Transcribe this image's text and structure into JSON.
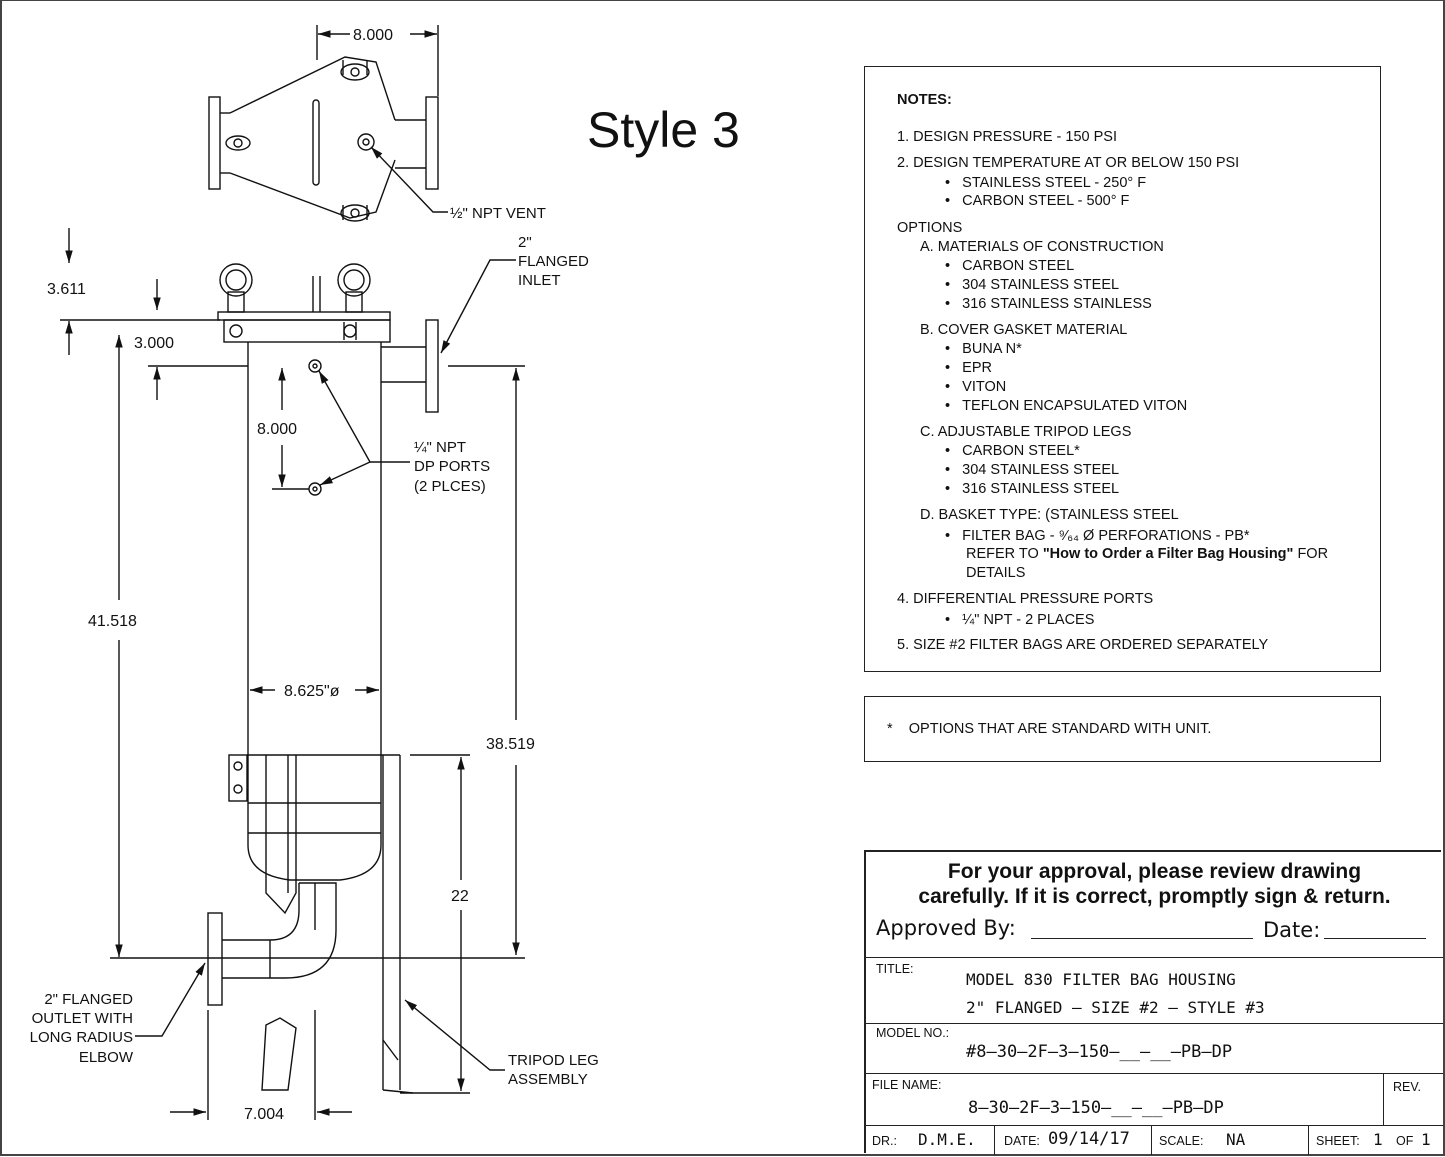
{
  "style_title": "Style 3",
  "dimensions": {
    "top_width": "8.000",
    "overall_top": "3.611",
    "lid_top": "3.000",
    "port_spacing": "8.000",
    "body_height": "41.518",
    "diameter": "8.625\"ø",
    "inlet_to_outlet": "38.519",
    "leg_height": "22",
    "outlet_offset": "7.004"
  },
  "callouts": {
    "vent": "½\" NPT VENT",
    "inlet": [
      "2\"",
      "FLANGED",
      "INLET"
    ],
    "dp_ports": [
      "¼\" NPT",
      "DP PORTS",
      "(2 PLCES)"
    ],
    "outlet": [
      "2\" FLANGED",
      "OUTLET WITH",
      "LONG RADIUS",
      "ELBOW"
    ],
    "tripod": [
      "TRIPOD LEG",
      "ASSEMBLY"
    ]
  },
  "notes": {
    "heading": "NOTES:",
    "n1": "1.  DESIGN PRESSURE - 150 PSI",
    "n2": "2.  DESIGN TEMPERATURE AT OR BELOW 150 PSI",
    "n2a": "STAINLESS STEEL - 250° F",
    "n2b": "CARBON STEEL - 500° F",
    "options": "OPTIONS",
    "a": "A.  MATERIALS OF CONSTRUCTION",
    "a1": "CARBON STEEL",
    "a2": "304 STAINLESS STEEL",
    "a3": "316 STAINLESS STAINLESS",
    "b": "B.  COVER GASKET MATERIAL",
    "b1": "BUNA N*",
    "b2": "EPR",
    "b3": "VITON",
    "b4": "TEFLON ENCAPSULATED VITON",
    "c": "C.  ADJUSTABLE TRIPOD LEGS",
    "c1": "CARBON STEEL*",
    "c2": "304 STAINLESS STEEL",
    "c3": "316 STAINLESS STEEL",
    "d": "D.  BASKET TYPE: (STAINLESS STEEL",
    "d1": "FILTER BAG - ⁹⁄₆₄ Ø PERFORATIONS - PB*",
    "d2_pre": "REFER TO ",
    "d2_bold": "\"How to Order a Filter Bag Housing\"",
    "d2_post": " FOR",
    "d3": "DETAILS",
    "n4": "4.  DIFFERENTIAL PRESSURE PORTS",
    "n4a": "¼\" NPT - 2 PLACES",
    "n5": "5.  SIZE #2 FILTER BAGS ARE ORDERED SEPARATELY"
  },
  "standard_note": "*    OPTIONS THAT ARE STANDARD WITH UNIT.",
  "title_block": {
    "approval_line1": "For  your approval, please review drawing",
    "approval_line2": "carefully.  If it is correct, promptly sign & return.",
    "approved_by": "Approved  By:",
    "date_label": "Date:",
    "title_label": "TITLE:",
    "title1": "MODEL 830 FILTER BAG HOUSING",
    "title2": "2\" FLANGED – SIZE #2 – STYLE #3",
    "model_label": "MODEL NO.:",
    "model_no": "#8–30–2F–3–150–__–__–PB–DP",
    "file_label": "FILE NAME:",
    "file_name": "8–30–2F–3–150–__–__–PB–DP",
    "rev_label": "REV.",
    "dr_label": "DR.:",
    "dr_value": "D.M.E.",
    "date2_label": "DATE:",
    "date2_value": "09/14/17",
    "scale_label": "SCALE:",
    "scale_value": "NA",
    "sheet_label": "SHEET:",
    "sheet_value": "1",
    "of_label": "OF",
    "of_value": "1"
  }
}
